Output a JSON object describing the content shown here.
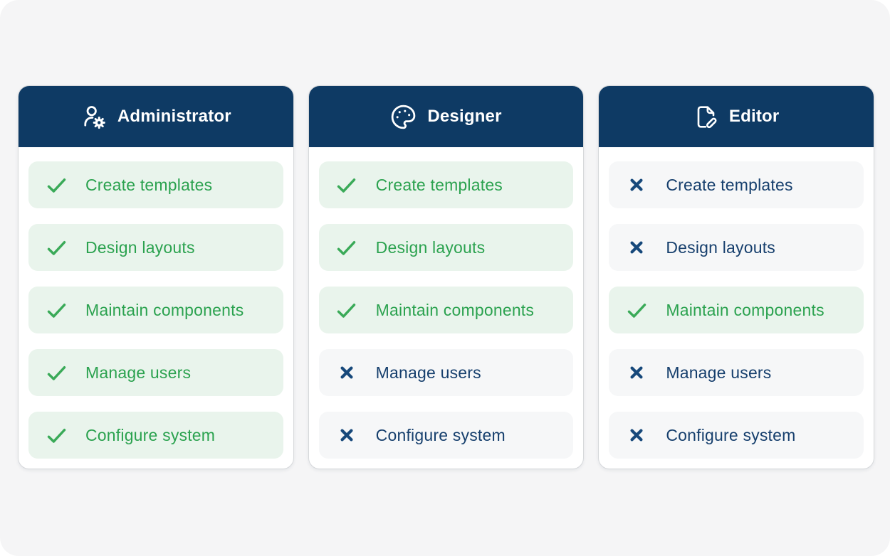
{
  "colors": {
    "page_background": "#f5f5f6",
    "card_background": "#ffffff",
    "card_border": "#d6d8db",
    "header_background": "#0e3a64",
    "header_text": "#ffffff",
    "allowed_row_background": "#e9f4ec",
    "allowed_text": "#2ba24f",
    "check_green": "#3aaa58",
    "denied_row_background": "#f6f7f8",
    "denied_text": "#163f6d",
    "cross_navy": "#17497b"
  },
  "cards": [
    {
      "title": "Administrator",
      "icon": "user-gear-icon",
      "permissions": [
        {
          "label": "Create templates",
          "allowed": true
        },
        {
          "label": "Design layouts",
          "allowed": true
        },
        {
          "label": "Maintain components",
          "allowed": true
        },
        {
          "label": "Manage users",
          "allowed": true
        },
        {
          "label": "Configure system",
          "allowed": true
        }
      ]
    },
    {
      "title": "Designer",
      "icon": "palette-icon",
      "permissions": [
        {
          "label": "Create templates",
          "allowed": true
        },
        {
          "label": "Design layouts",
          "allowed": true
        },
        {
          "label": "Maintain components",
          "allowed": true
        },
        {
          "label": "Manage users",
          "allowed": false
        },
        {
          "label": "Configure system",
          "allowed": false
        }
      ]
    },
    {
      "title": "Editor",
      "icon": "file-pen-icon",
      "permissions": [
        {
          "label": "Create templates",
          "allowed": false
        },
        {
          "label": "Design layouts",
          "allowed": false
        },
        {
          "label": "Maintain components",
          "allowed": true
        },
        {
          "label": "Manage users",
          "allowed": false
        },
        {
          "label": "Configure system",
          "allowed": false
        }
      ]
    }
  ]
}
